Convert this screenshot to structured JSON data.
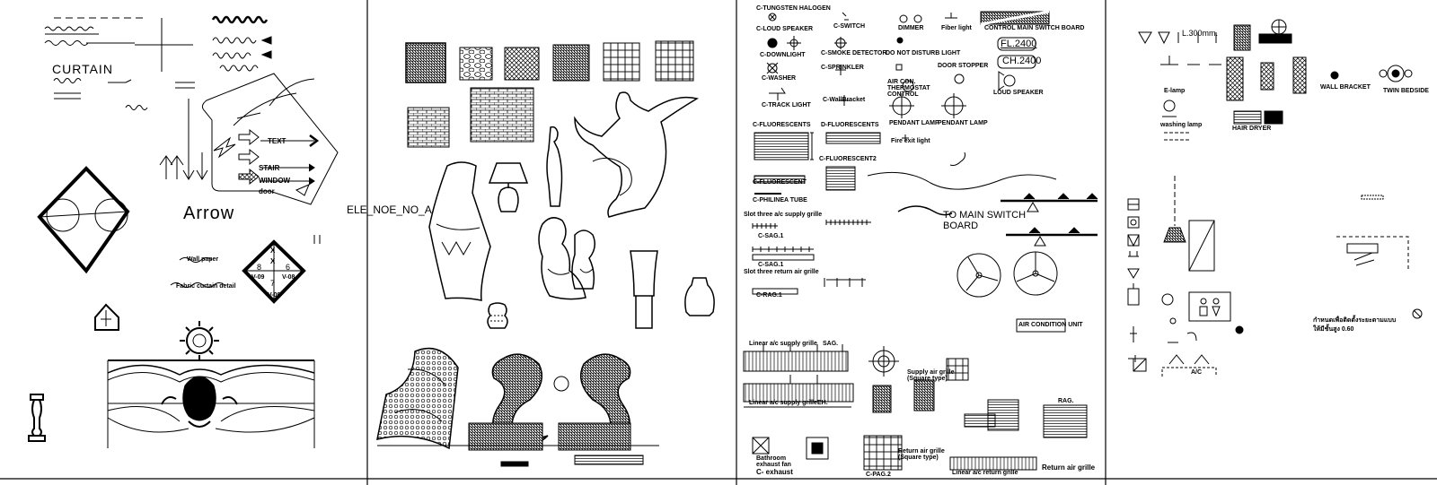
{
  "panel1": {
    "curtain": "CURTAIN",
    "arrow": "Arrow",
    "text_arrow": "TEXT",
    "stair_arrow": "STAIR",
    "window_arrow": "WINDOW",
    "door_arrow": "door",
    "ele_block": "ELE_NOE_NO_A",
    "wall_paper": "Wall paper",
    "fabric_note": "Fabric curtain detail",
    "tag_x1": "X",
    "tag_x2": "X",
    "tag_8": "8",
    "tag_6": "6",
    "tag_7": "7",
    "tag_v09": "V-09",
    "tag_v08": "V-08",
    "tag_v09b": "V-09"
  },
  "panel3": {
    "halogen": "C-TUNGSTEN HALOGEN",
    "switch": "C-SWITCH",
    "dimmer": "DIMMER",
    "fiber": "Fiber light",
    "control_board": "CONTROL MAIN SWITCH BOARD",
    "loud_speaker": "C-LOUD SPEAKER",
    "smoke": "C-SMOKE DETECTOR",
    "do_not_disturb": "DO NOT DISTURB LIGHT",
    "fl2400": "FL.2400",
    "ch2400": "CH.2400",
    "downlight": "C-DOWNLIGHT",
    "sprinkler": "C-SPRINKLER",
    "door_stopper": "DOOR STOPPER",
    "washer": "C-WASHER",
    "thermostat": "AIR CON. THERMOSTAT CONTROL",
    "loud_speaker2": "LOUD SPEAKER",
    "track": "C-TRACK LIGHT",
    "wall_bracket": "C-WallBracket",
    "pendant1": "PENDANT LAMP",
    "pendant2": "PENDANT LAMP",
    "fire_exit": "Fire exit light",
    "fluor1": "C-FLUORESCENTS",
    "fluor2": "D-FLUORESCENTS",
    "fluor3": "C-FLUORESCENT2",
    "fluor4": "C-FLUORESCENT",
    "philinea": "C-PHILINEA TUBE",
    "main_switch": "TO MAIN SWITCH BOARD",
    "slot_supply": "Slot three a/c supply grille",
    "sag1": "C-SAG.1",
    "sag2": "C-SAG.1",
    "slot_return": "Slot three return air grille",
    "rag1": "C-RAG.1",
    "air_cond": "AIR CONDITION UNIT",
    "linear_supply1": "Linear a/c supply grille",
    "linear_supply2": "Linear a/c supply grille",
    "sag_label": "SAG.",
    "supply_square": "Supply air grille (Square type)",
    "return_square": "Return air grille (Square type)",
    "bathroom_exhaust": "Bathroom exhaust fan",
    "exhaust": "C- exhaust",
    "pag2": "C-PAG.2",
    "linear_return": "Linear a/c return grille",
    "return_grille": "Return air grille",
    "rag": "RAG.",
    "eh": "EH."
  },
  "panel4": {
    "level": "L.300mm.",
    "wall_bracket": "WALL BRACKET",
    "twin_bedside": "TWIN BEDSIDE",
    "e_lamp": "E-lamp",
    "hair_dryer": "HAIR DRYER",
    "washing_lamp": "washing lamp",
    "thai_note1": "กำหนดเพื่อติดตั้งระยะตามแบบ",
    "thai_note2": "ให้มีชั้นสูง 0.60",
    "ac_label": "A/C"
  }
}
